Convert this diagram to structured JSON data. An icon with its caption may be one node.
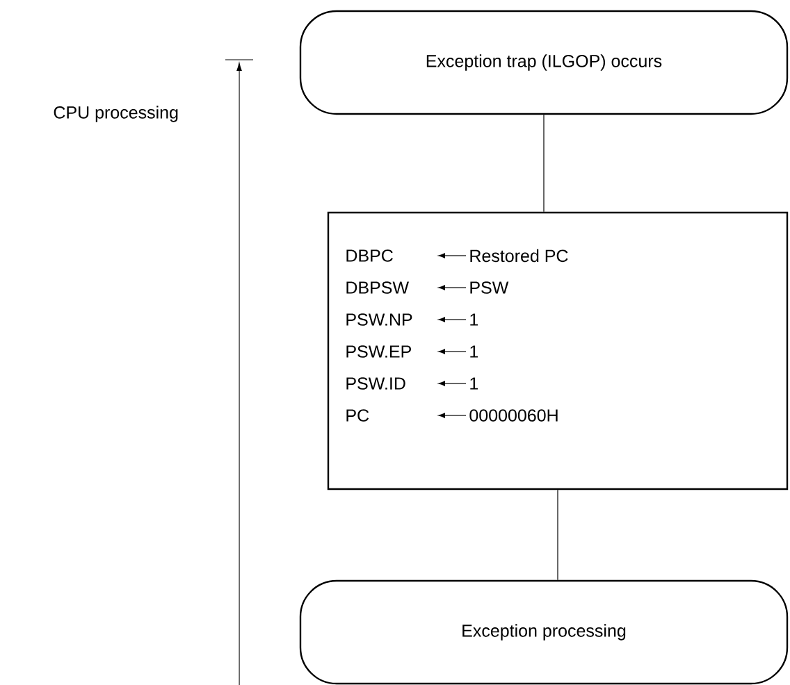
{
  "diagram": {
    "nodes": [
      {
        "text": [
          "Exception trap (ILGOP) occurs"
        ]
      },
      {
        "text": [
          "DBPC",
          "Restored PC",
          "DBPSW",
          "PSW",
          "PSW.NP",
          "1",
          "PSW.EP",
          "1",
          "PSW.ID",
          "1",
          "PC",
          "00000060H"
        ]
      },
      {
        "text": [
          "Exception processing"
        ]
      }
    ],
    "edges": [
      {
        "from": 0,
        "to": 1,
        "arrow": "none"
      },
      {
        "from": 1,
        "to": 2,
        "arrow": "none"
      }
    ],
    "labels": [
      "CPU processing"
    ]
  }
}
